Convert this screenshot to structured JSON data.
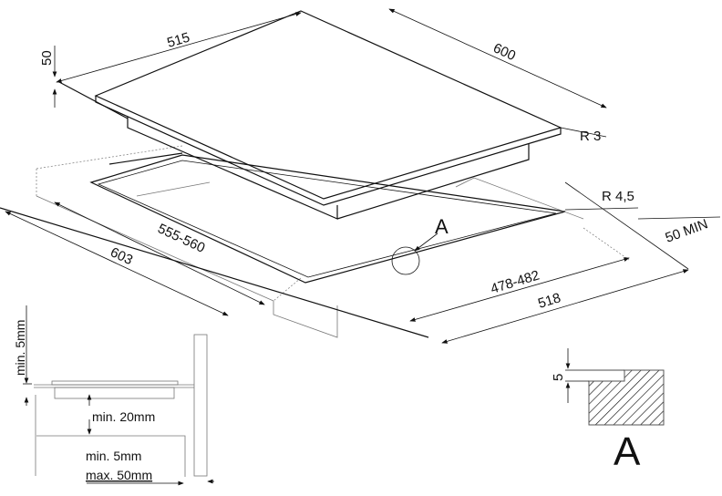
{
  "dimensions": {
    "hob_depth": "515",
    "hob_width": "600",
    "hob_height": "50",
    "hob_radius": "R 3",
    "cutout_radius": "R 4,5",
    "rear_clearance": "50 MIN",
    "worktop_depth": "603",
    "cutout_width": "555-560",
    "cutout_depth": "478-482",
    "cutout_outer": "518",
    "detail_marker": "A"
  },
  "section": {
    "top_clearance": "min. 5mm",
    "under_clearance": "min. 20mm",
    "side_min": "min. 5mm",
    "side_max": "max. 50mm"
  },
  "detail": {
    "step": "5",
    "label": "A"
  }
}
